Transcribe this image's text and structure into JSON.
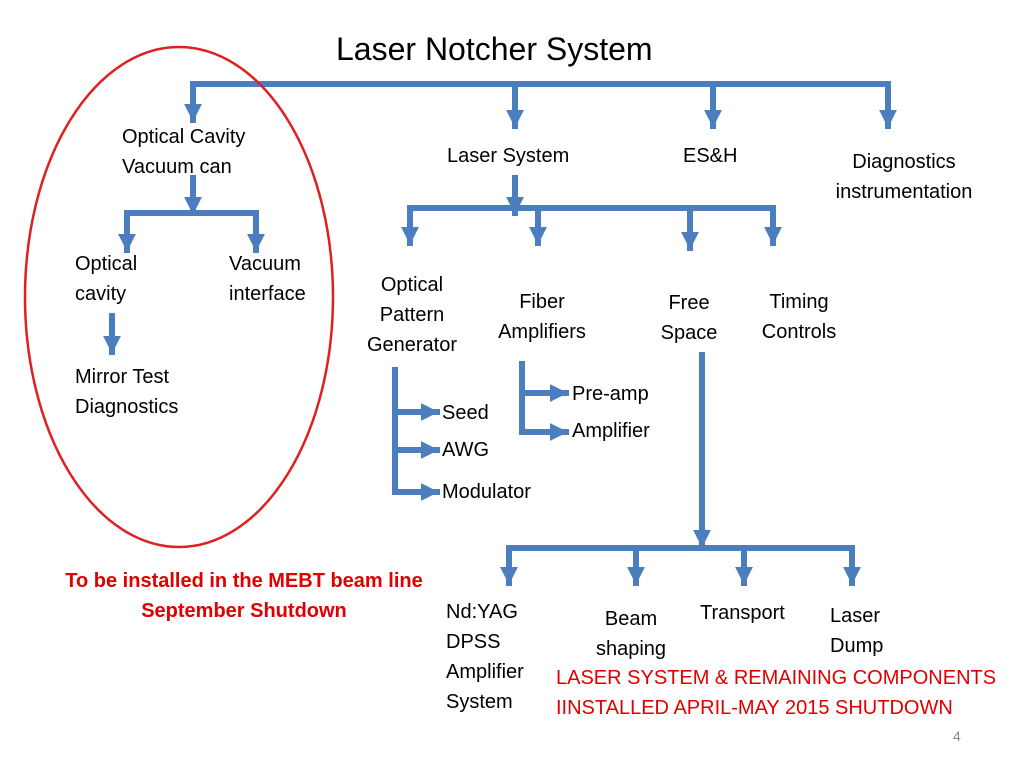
{
  "title": "Laser Notcher System",
  "colors": {
    "arrow": "#4a7ebf",
    "ellipse": "#e02020",
    "note": "#e00000"
  },
  "nodes": {
    "optical_cavity_vacuum_can": "Optical Cavity\nVacuum can",
    "laser_system": "Laser System",
    "esh": "ES&H",
    "diagnostics_instrumentation": "Diagnostics\ninstrumentation",
    "optical_cavity": "Optical\ncavity",
    "vacuum_interface": "Vacuum\ninterface",
    "mirror_test_diagnostics": "Mirror Test\nDiagnostics",
    "optical_pattern_generator": "Optical\nPattern\nGenerator",
    "fiber_amplifiers": "Fiber\nAmplifiers",
    "free_space": "Free\nSpace",
    "timing_controls": "Timing\nControls",
    "seed": "Seed",
    "awg": "AWG",
    "modulator": "Modulator",
    "pre_amp": "Pre-amp",
    "amplifier": "Amplifier",
    "nd_yag": "Nd:YAG\nDPSS\nAmplifier\nSystem",
    "beam_shaping": "Beam\nshaping",
    "transport": "Transport",
    "laser_dump": "Laser\nDump"
  },
  "notes": {
    "mebt_note": "To be installed in the MEBT beam line\nSeptember Shutdown",
    "laser_note": "LASER SYSTEM & REMAINING COMPONENTS\nIINSTALLED APRIL-MAY 2015 SHUTDOWN"
  },
  "page_number": "4"
}
